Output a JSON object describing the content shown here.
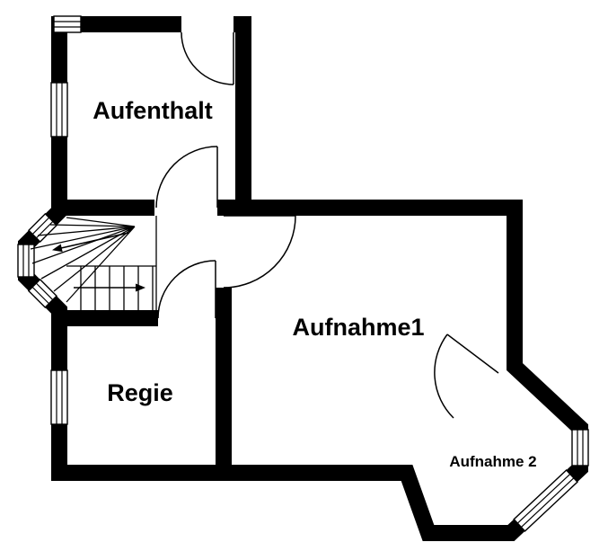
{
  "floorplan": {
    "type": "floor-plan",
    "rooms": [
      {
        "id": "aufenthalt",
        "label": "Aufenthalt"
      },
      {
        "id": "regie",
        "label": "Regie"
      },
      {
        "id": "aufnahme1",
        "label": "Aufnahme1"
      },
      {
        "id": "aufnahme2",
        "label": "Aufnahme 2"
      }
    ],
    "colors": {
      "wall": "#000000",
      "line": "#000000",
      "background": "#ffffff"
    }
  }
}
